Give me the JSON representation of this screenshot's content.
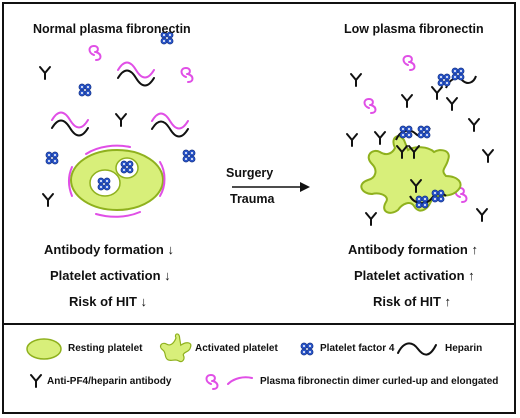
{
  "colors": {
    "platelet_fill": "#d8ef7a",
    "platelet_stroke": "#8fb11e",
    "fibronectin": "#e04fe6",
    "pf4": "#2b56c9",
    "heparin": "#111111",
    "antibody": "#111111"
  },
  "panels": {
    "normal": {
      "title": "Normal plasma fibronectin",
      "outcomes": [
        {
          "text": "Antibody formation",
          "arrow": "↓"
        },
        {
          "text": "Platelet activation",
          "arrow": "↓"
        },
        {
          "text": "Risk of HIT",
          "arrow": "↓"
        }
      ]
    },
    "low": {
      "title": "Low plasma fibronectin",
      "outcomes": [
        {
          "text": "Antibody formation",
          "arrow": "↑"
        },
        {
          "text": "Platelet activation",
          "arrow": "↑"
        },
        {
          "text": "Risk of HIT",
          "arrow": "↑"
        }
      ]
    }
  },
  "transition": {
    "top_label": "Surgery",
    "bottom_label": "Trauma"
  },
  "legend": {
    "resting_platelet": "Resting platelet",
    "activated_platelet": "Activated platelet",
    "platelet_factor_4": "Platelet factor 4",
    "heparin": "Heparin",
    "antibody": "Anti-PF4/heparin antibody",
    "fibronectin": "Plasma fibronectin dimer curled-up and elongated"
  }
}
